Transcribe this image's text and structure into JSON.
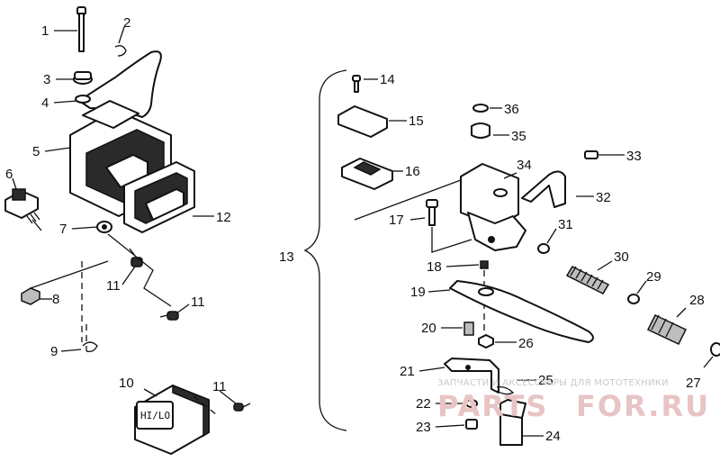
{
  "callouts": [
    "1",
    "2",
    "3",
    "4",
    "5",
    "6",
    "7",
    "8",
    "9",
    "10",
    "11",
    "12",
    "13",
    "14",
    "15",
    "16",
    "17",
    "18",
    "19",
    "20",
    "21",
    "22",
    "23",
    "24",
    "25",
    "26",
    "27",
    "28",
    "29",
    "30",
    "31",
    "32",
    "33",
    "34",
    "35",
    "36"
  ],
  "switch_label": "HI/LO",
  "watermark": {
    "caption": "ЗАПЧАСТИ И АКСЕССУАРЫ ДЛЯ МОТОТЕХНИКИ",
    "brand_left": "PARTS",
    "brand_right": "FOR.RU"
  }
}
